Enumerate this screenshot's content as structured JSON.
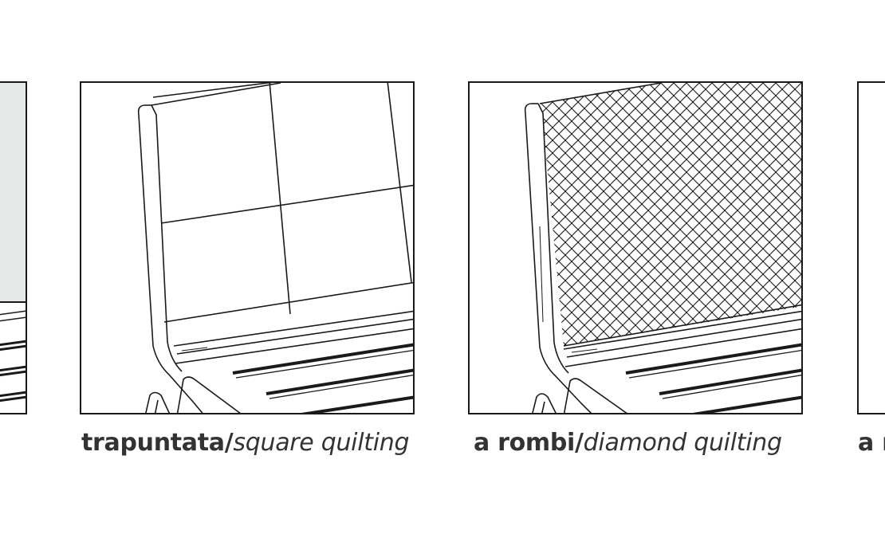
{
  "colors": {
    "line": "#1a1a1a",
    "left_fill": "#e6e8e8",
    "caption_text": "#333333"
  },
  "captions": {
    "square": {
      "italian": "trapuntata/",
      "english": "square quilting"
    },
    "diamond": {
      "italian": "a rombi/",
      "english": "diamond quilting"
    },
    "right": {
      "italian": "a r"
    }
  }
}
